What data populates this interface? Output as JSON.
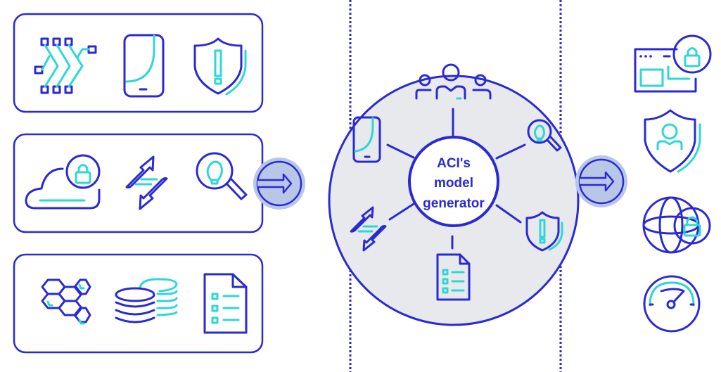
{
  "diagram": {
    "center_label": {
      "line1": "ACI's",
      "line2": "model",
      "line3": "generator"
    },
    "colors": {
      "primary": "#2a2ad4",
      "accent": "#2fd6d6",
      "hub_fill": "#e8e9ec",
      "arrow_fill": "#b8c6e8"
    },
    "input_groups": [
      {
        "icons": [
          "workflow-nodes-icon",
          "smartphone-icon",
          "shield-alert-icon"
        ]
      },
      {
        "icons": [
          "cloud-lock-icon",
          "exchange-arrows-icon",
          "search-insight-icon"
        ]
      },
      {
        "icons": [
          "hexagon-network-icon",
          "database-stack-icon",
          "checklist-document-icon"
        ]
      }
    ],
    "hub_spokes": [
      "users-group-icon",
      "search-insight-icon",
      "shield-alert-icon",
      "checklist-document-icon",
      "exchange-arrows-icon",
      "smartphone-icon"
    ],
    "outputs": [
      "secure-window-icon",
      "user-shield-icon",
      "globe-lock-icon",
      "speedometer-icon"
    ]
  }
}
